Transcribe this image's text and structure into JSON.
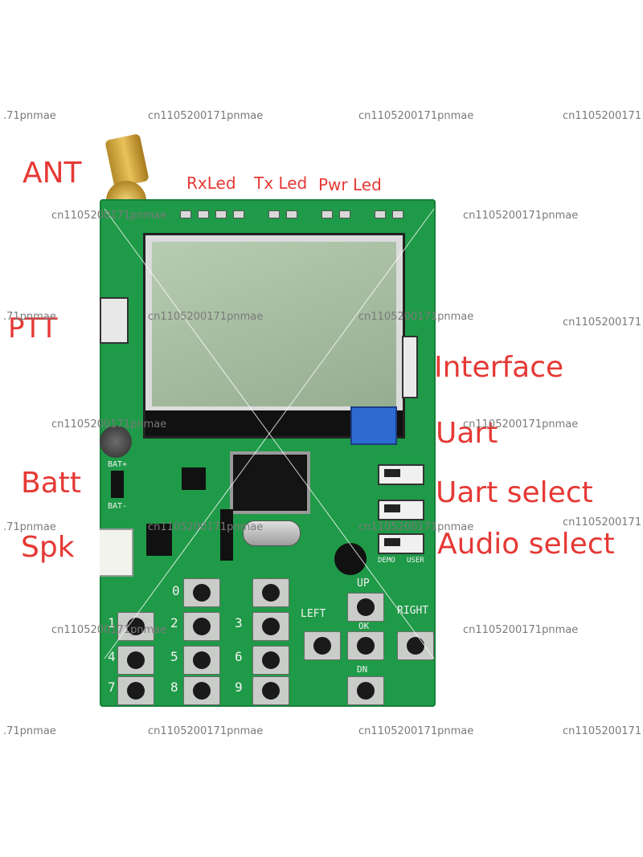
{
  "callouts": {
    "ant": "ANT",
    "ptt": "PTT",
    "batt": "Batt",
    "spk": "Spk",
    "rxled": "RxLed",
    "txled": "Tx Led",
    "pwrled": "Pwr Led",
    "interface": "Interface",
    "uart": "Uart",
    "uart_select": "Uart select",
    "audio_select": "Audio select"
  },
  "silkscreen": {
    "bat_plus": "BAT+",
    "bat_minus": "BAT-",
    "keys": [
      "0",
      "1",
      "2",
      "3",
      "4",
      "5",
      "6",
      "7",
      "8",
      "9"
    ],
    "up": "UP",
    "left": "LEFT",
    "right": "RIGHT",
    "ok": "OK",
    "dn": "DN",
    "demo": "DEMO",
    "user": "USER"
  },
  "watermarks": [
    ".71pnmae",
    "cn1105200171pnmae",
    "cn1105200171pnmae",
    "cn1105200171",
    "cn1105200171pnmae",
    "cn1105200171pnmae",
    ".71pnmae",
    "cn1105200171pnmae",
    "cn1105200171pnmae",
    "cn1105200171",
    "cn1105200171pnmae",
    "cn1105200171pnmae",
    ".71pnmae",
    "cn1105200171pnmae",
    "cn1105200171pnmae",
    "cn1105200171",
    "cn1105200171pnmae",
    "cn1105200171pnmae",
    ".71pnmae",
    "cn1105200171pnmae",
    "cn1105200171pnmae",
    "cn1105200171"
  ],
  "colors": {
    "callout": "#e53935",
    "pcb": "#1f9a48",
    "lcd": "#a9bfa3",
    "watermark": "#7a7a7a"
  }
}
